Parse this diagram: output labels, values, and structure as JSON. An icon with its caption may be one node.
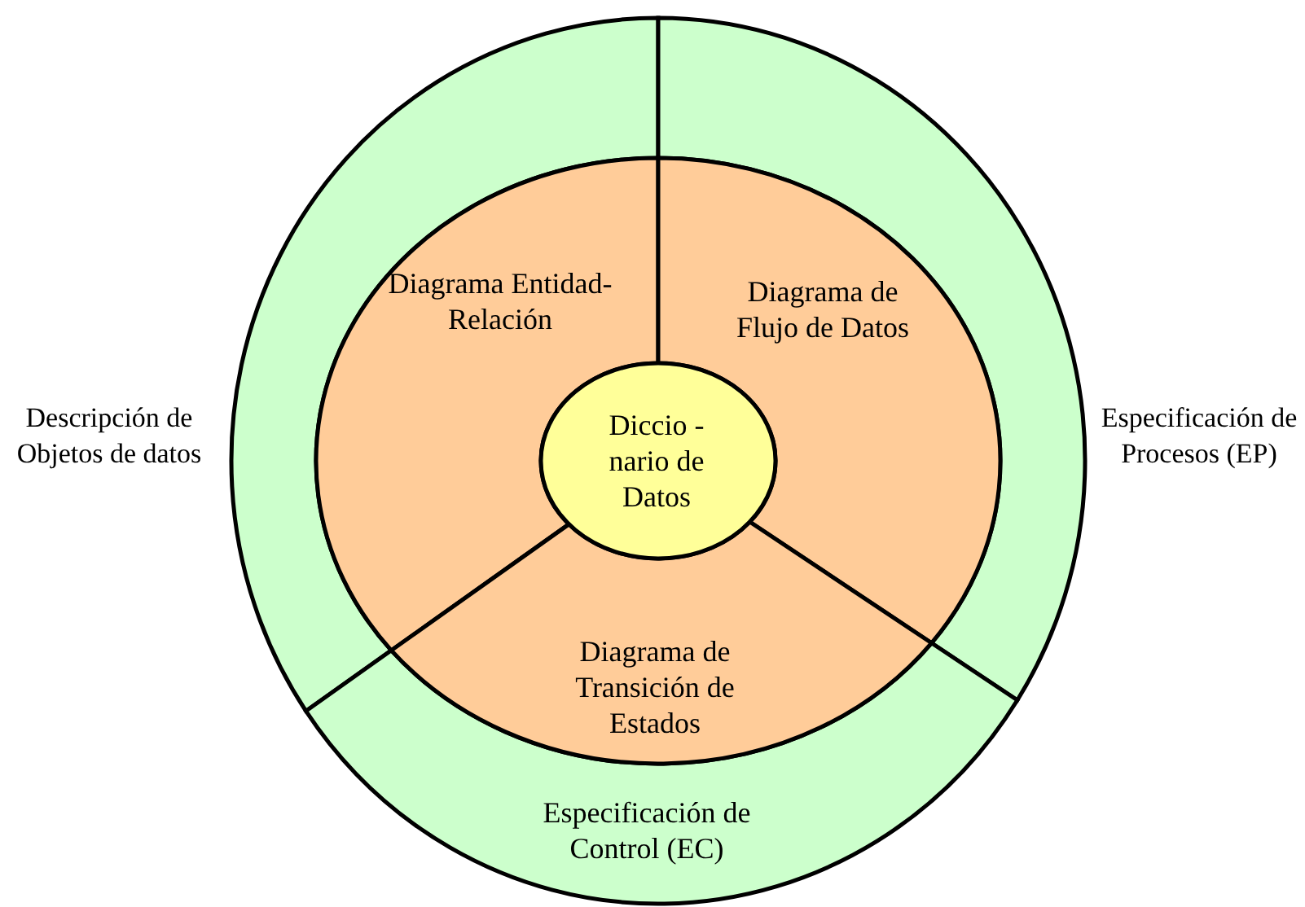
{
  "diagram": {
    "nodes": [
      {
        "text": [
          "Descripción de Objetos de datos"
        ]
      },
      {
        "text": [
          "Especificación de Procesos (EP)"
        ]
      },
      {
        "text": [
          "Especificación de Control (EC)"
        ]
      },
      {
        "text": [
          "Diagrama Entidad-Relación"
        ]
      },
      {
        "text": [
          "Diagrama de Flujo de Datos"
        ]
      },
      {
        "text": [
          "Diagrama de Transición de Estados"
        ]
      },
      {
        "text": [
          "Diccio - nario de Datos"
        ]
      }
    ]
  }
}
